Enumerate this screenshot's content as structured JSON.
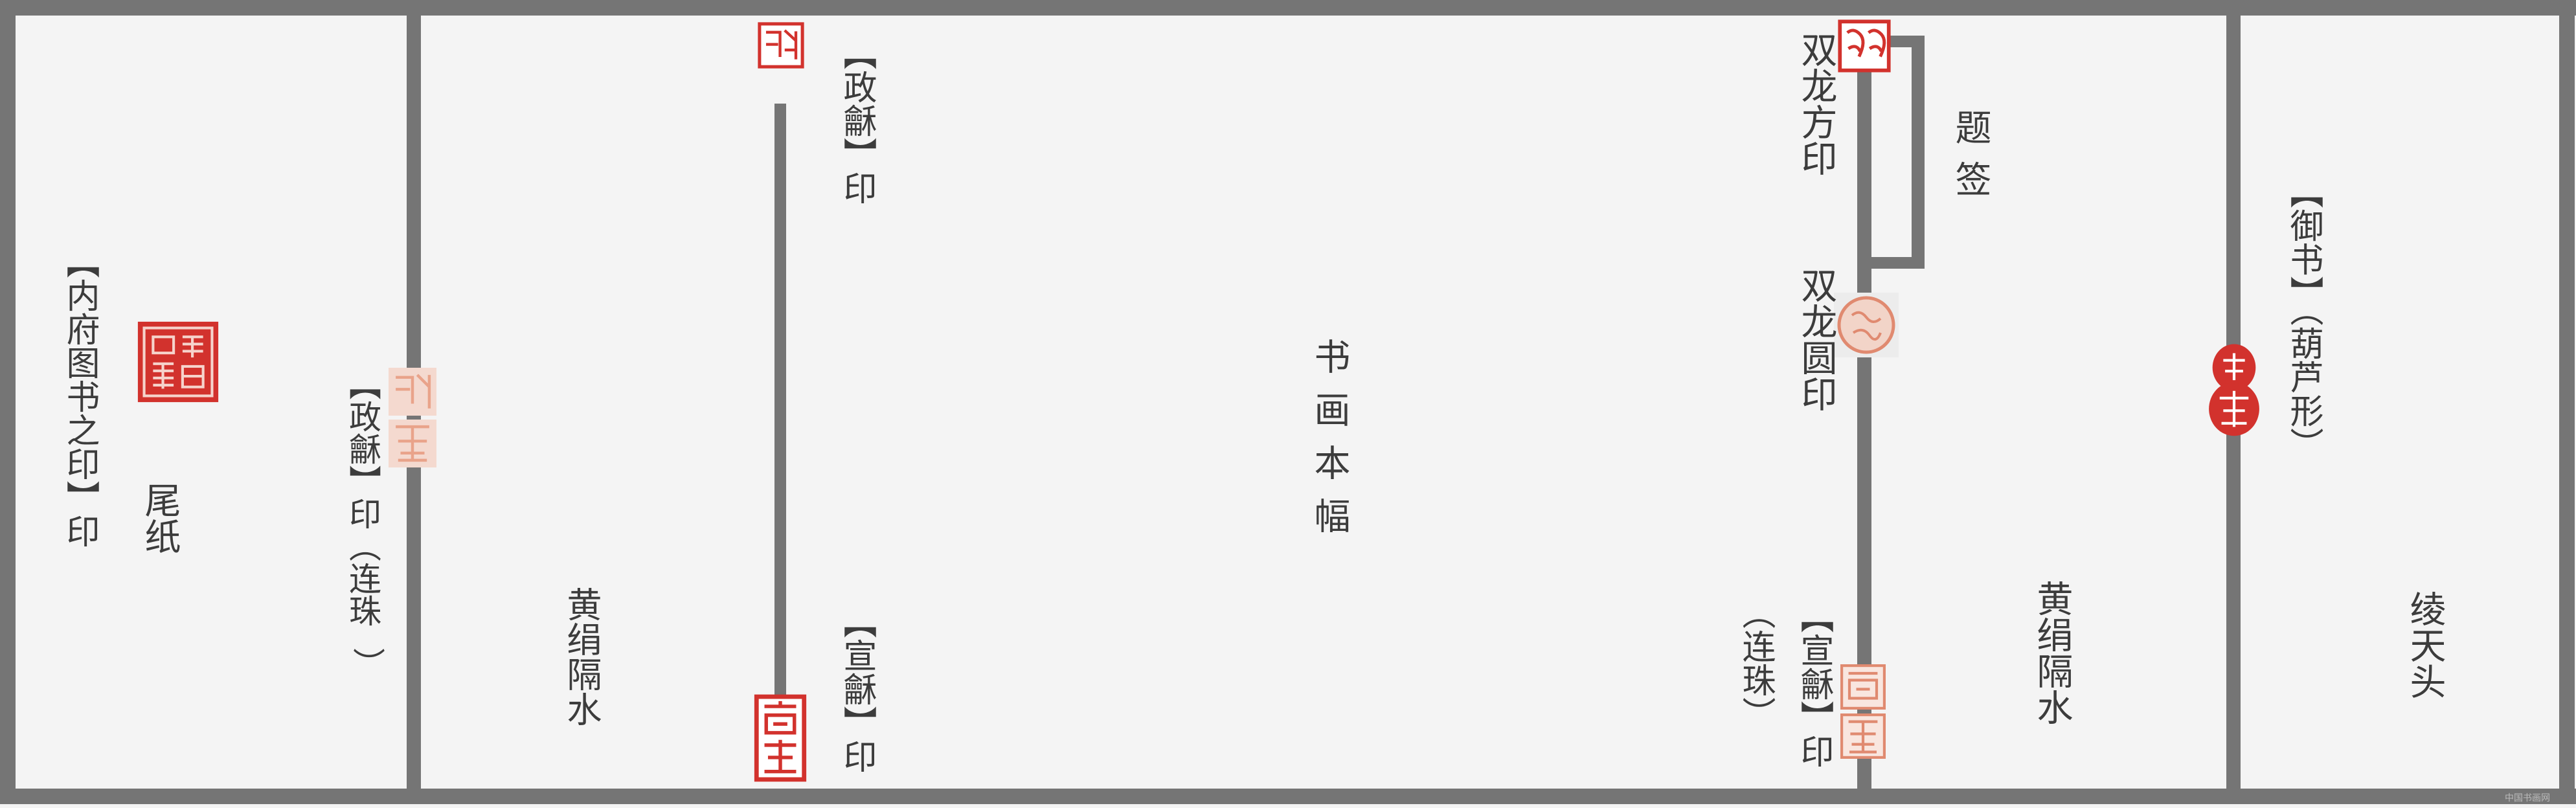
{
  "sections": {
    "tail_paper": "尾纸",
    "separator_left": "黄绢隔水",
    "main_painting": "书画本幅",
    "separator_right": "黄绢隔水",
    "title_slip": "题签",
    "silk_head": "绫天头"
  },
  "seals": {
    "neifu": "【内府图书之印】印",
    "zhenghe_left": "【政龢】印（连珠",
    "zhenghe_left_close": "）",
    "zhenghe_top": "【政龢】印",
    "xuanhe_bottom": "【宣龢】印",
    "xuanhe_right": "【宣龢】印",
    "xuanhe_right_note": "（连珠）",
    "shuanglong_fang": "双龙方印",
    "shuanglong_yuan": "双龙圆印",
    "yushu": "【御书】（葫芦形）"
  },
  "seal_glyphs": {
    "neifu_glyph": "內府圖書之印",
    "zhenghe_glyph_1": "政",
    "zhenghe_glyph_2": "龢",
    "xuanhe_glyph_1": "宣",
    "xuanhe_glyph_2": "龢",
    "fang_glyph": "龍",
    "yuan_glyph": "龍",
    "yushu_glyph_1": "御",
    "yushu_glyph_2": "書"
  },
  "watermark": "中国书画网",
  "colors": {
    "frame": "#757575",
    "seal_red": "#d2322d",
    "seal_faded": "#e9a38a",
    "text": "#3c3c3c",
    "paper": "#f4f4f4"
  }
}
